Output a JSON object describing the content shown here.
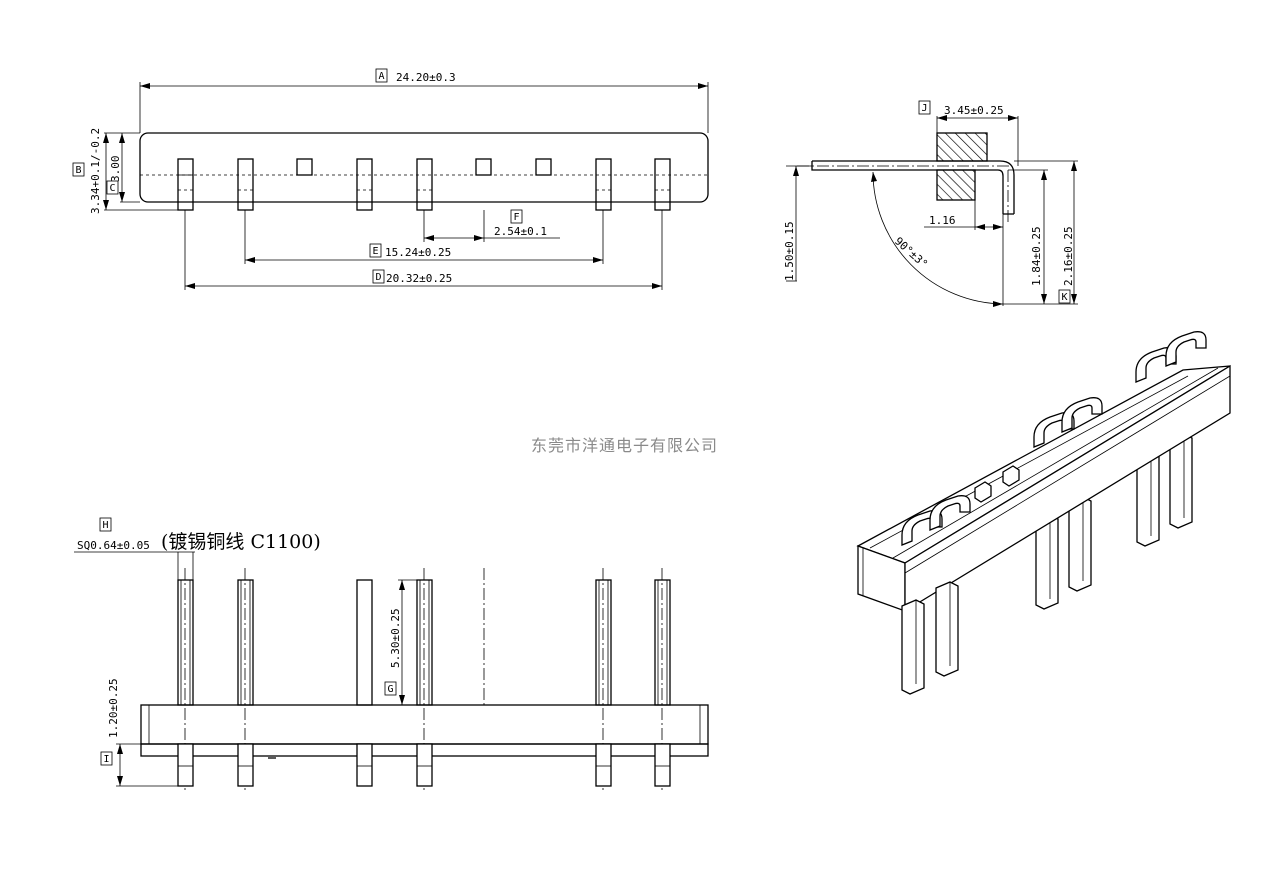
{
  "watermark": "东莞市洋通电子有限公司",
  "top_view": {
    "dims": {
      "A": {
        "tag": "A",
        "text": "24.20±0.3"
      },
      "B": {
        "tag": "B",
        "text": "3.34+0.1/-0.2"
      },
      "C": {
        "tag": "C",
        "text": "3.00"
      },
      "D": {
        "tag": "D",
        "text": "20.32±0.25"
      },
      "E": {
        "tag": "E",
        "text": "15.24±0.25"
      },
      "F": {
        "tag": "F",
        "text": "2.54±0.1"
      }
    }
  },
  "side_view": {
    "dims": {
      "J": {
        "tag": "J",
        "text": "3.45±0.25"
      },
      "K": {
        "tag": "K",
        "text": "2.16±0.25"
      },
      "pitch": "1.16",
      "left_height": "1.50±0.15",
      "right_height": "1.84±0.25",
      "angle": "90°±3°"
    }
  },
  "front_view": {
    "dims": {
      "H": {
        "tag": "H",
        "text": "SQ0.64±0.05"
      },
      "G": {
        "tag": "G",
        "text": "5.30±0.25"
      },
      "I": {
        "tag": "I",
        "text": "1.20±0.25"
      }
    },
    "material_note": "(镀锡铜线 C1100)"
  }
}
